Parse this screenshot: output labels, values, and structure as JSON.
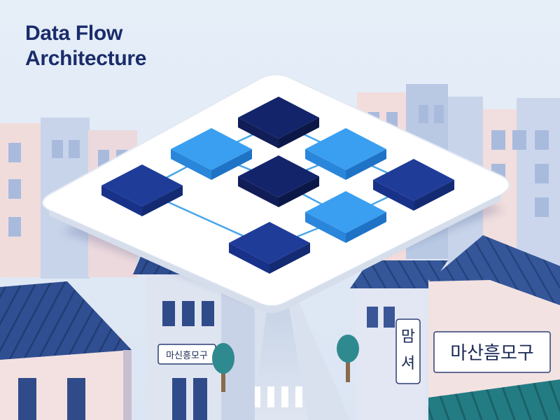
{
  "title_lines": [
    "Data Flow",
    "Architecture"
  ],
  "signs": {
    "left_shop": "마신흥모구",
    "right_vertical": [
      "맘",
      "셔"
    ],
    "right_shop": "마산흠모구"
  },
  "colors": {
    "title": "#1a2c6b",
    "sky": "#e3ecf7",
    "platform": "#ffffff",
    "node_dark": "#13246b",
    "node_medium": "#1f3c99",
    "node_light": "#3a9ff0",
    "connector": "#48a6ea",
    "roof": "#2c4d8f",
    "awning": "#237c83"
  },
  "diagram": {
    "nodes": [
      {
        "id": "n1",
        "tone": "dark"
      },
      {
        "id": "n2",
        "tone": "light"
      },
      {
        "id": "n3",
        "tone": "light"
      },
      {
        "id": "n4",
        "tone": "medium"
      },
      {
        "id": "n5",
        "tone": "dark"
      },
      {
        "id": "n6",
        "tone": "medium"
      },
      {
        "id": "n7",
        "tone": "light"
      },
      {
        "id": "n8",
        "tone": "medium"
      }
    ],
    "edges": [
      [
        "n1",
        "n2"
      ],
      [
        "n1",
        "n3"
      ],
      [
        "n2",
        "n4"
      ],
      [
        "n2",
        "n5"
      ],
      [
        "n3",
        "n5"
      ],
      [
        "n3",
        "n6"
      ],
      [
        "n5",
        "n7"
      ],
      [
        "n6",
        "n7"
      ],
      [
        "n4",
        "n8"
      ],
      [
        "n7",
        "n8"
      ]
    ]
  }
}
